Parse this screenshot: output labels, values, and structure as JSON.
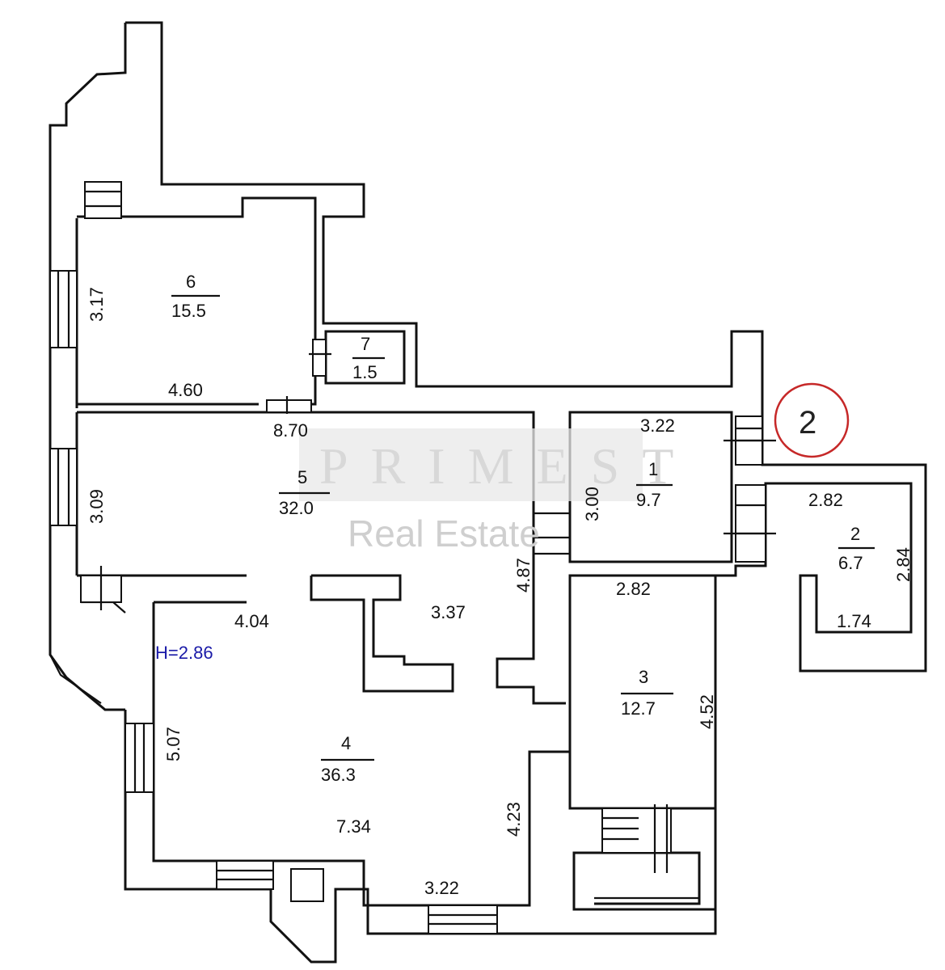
{
  "rooms": [
    {
      "id": "6",
      "number": "6",
      "area": "15.5"
    },
    {
      "id": "7",
      "number": "7",
      "area": "1.5"
    },
    {
      "id": "5",
      "number": "5",
      "area": "32.0"
    },
    {
      "id": "4",
      "number": "4",
      "area": "36.3"
    },
    {
      "id": "1",
      "number": "1",
      "area": "9.7"
    },
    {
      "id": "2",
      "number": "2",
      "area": "6.7"
    },
    {
      "id": "3",
      "number": "3",
      "area": "12.7"
    }
  ],
  "dimensions": {
    "d_3_17": "3.17",
    "d_4_60": "4.60",
    "d_8_70": "8.70",
    "d_3_09": "3.09",
    "d_4_87": "4.87",
    "d_4_04": "4.04",
    "d_3_37": "3.37",
    "d_5_07": "5.07",
    "d_7_34": "7.34",
    "d_4_23": "4.23",
    "d_3_22_bottom": "3.22",
    "d_3_22_top": "3.22",
    "d_3_00": "3.00",
    "d_2_82_room2": "2.82",
    "d_2_84": "2.84",
    "d_1_74": "1.74",
    "d_2_82_room3": "2.82",
    "d_4_52": "4.52"
  },
  "ceiling_height": "H=2.86",
  "floor_marker": "2",
  "watermark": {
    "brand": "PRIMEST",
    "subtitle": "Real Estate"
  },
  "colors": {
    "walls": "#111111",
    "height_label": "#1a1aa8",
    "marker_circle": "#c62828"
  }
}
